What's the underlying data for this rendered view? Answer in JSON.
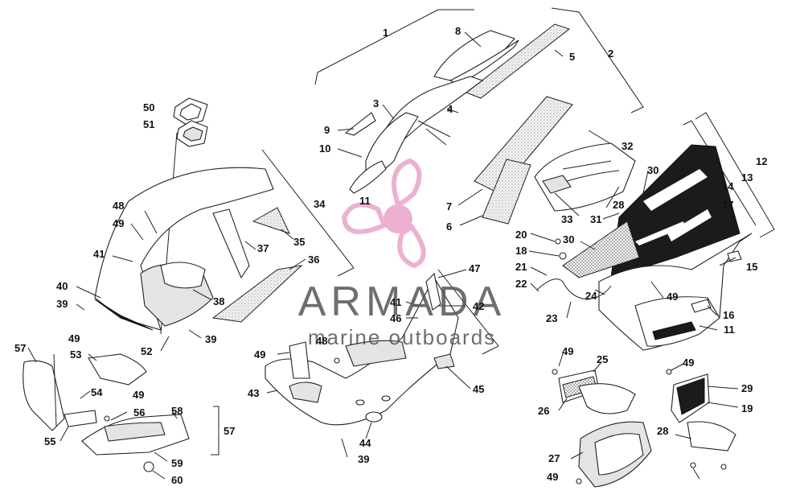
{
  "watermark": {
    "brand": "ARMADA",
    "tagline": "marine outboards",
    "logo_color": "#e9a4c8",
    "text_color": "#555555"
  },
  "callouts": {
    "c1": "1",
    "c2": "2",
    "c3": "3",
    "c4": "4",
    "c5": "5",
    "c6": "6",
    "c7": "7",
    "c8": "8",
    "c9": "9",
    "c10": "10",
    "c11a": "11",
    "c11b": "11",
    "c12": "12",
    "c13": "13",
    "c14": "14",
    "c15": "15",
    "c16": "16",
    "c17": "17",
    "c18": "18",
    "c19": "19",
    "c20": "20",
    "c21": "21",
    "c22": "22",
    "c23": "23",
    "c24": "24",
    "c25": "25",
    "c26": "26",
    "c27": "27",
    "c28a": "28",
    "c28b": "28",
    "c29": "29",
    "c30a": "30",
    "c30b": "30",
    "c31": "31",
    "c32": "32",
    "c33": "33",
    "c34": "34",
    "c35": "35",
    "c36": "36",
    "c37": "37",
    "c38": "38",
    "c39a": "39",
    "c39b": "39",
    "c39c": "39",
    "c40": "40",
    "c41a": "41",
    "c41b": "41",
    "c42": "42",
    "c43": "43",
    "c44": "44",
    "c45": "45",
    "c46": "46",
    "c47": "47",
    "c48a": "48",
    "c48b": "48",
    "c49a": "49",
    "c49b": "49",
    "c49c": "49",
    "c49d": "49",
    "c49e": "49",
    "c49f": "49",
    "c49g": "49",
    "c49h": "49",
    "c50": "50",
    "c51": "51",
    "c52": "52",
    "c53": "53",
    "c54": "54",
    "c55": "55",
    "c56": "56",
    "c57a": "57",
    "c57b": "57",
    "c58": "58",
    "c59": "59",
    "c60": "60"
  }
}
